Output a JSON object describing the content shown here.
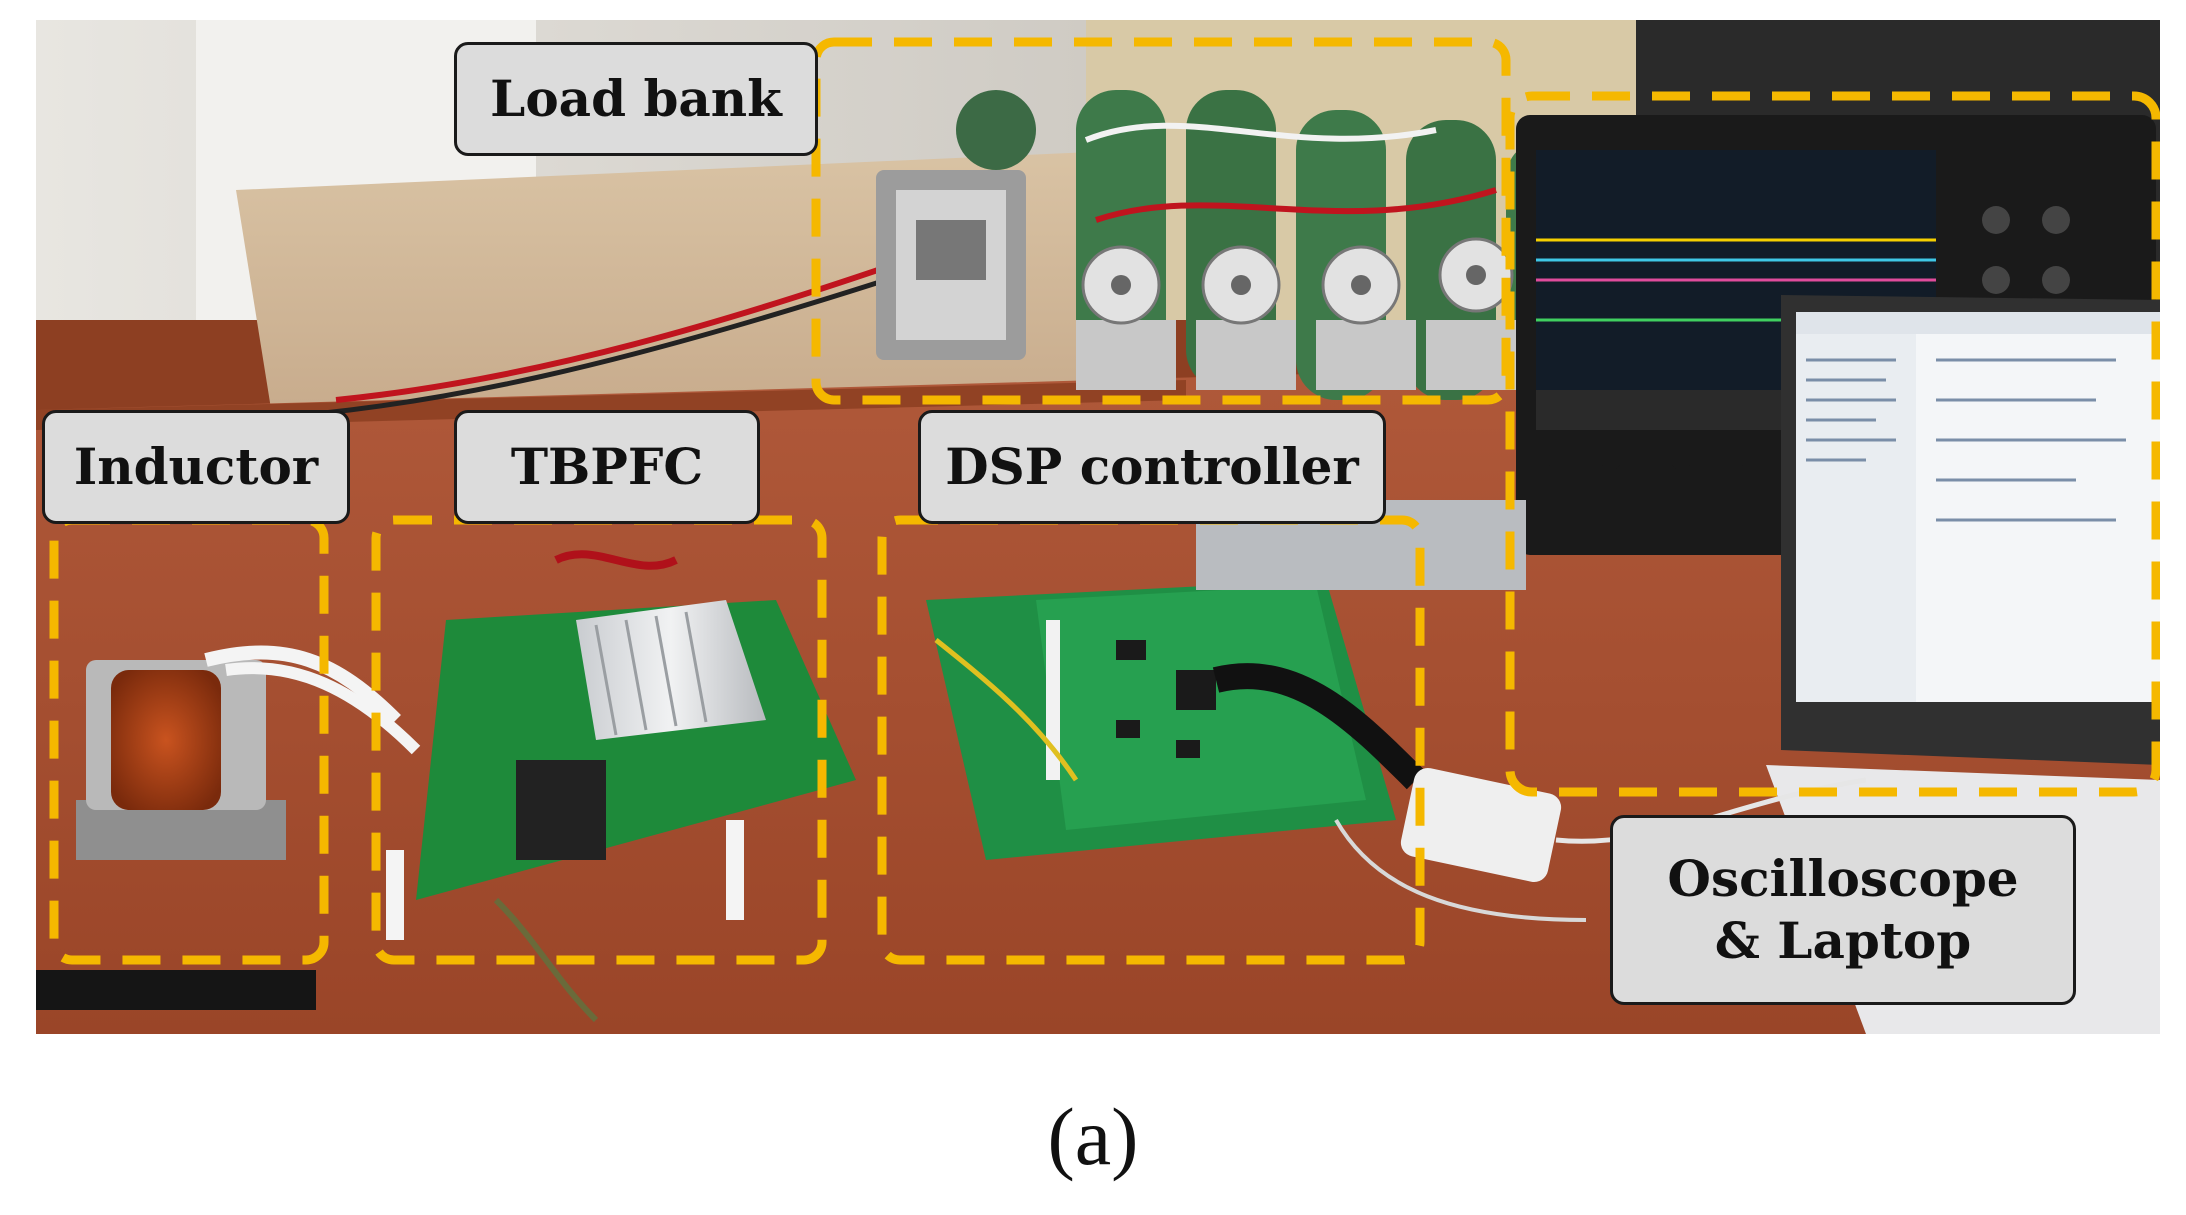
{
  "labels": {
    "load_bank": "Load bank",
    "inductor": "Inductor",
    "tbpfc": "TBPFC",
    "dsp_controller": "DSP controller",
    "oscilloscope_laptop": "Oscilloscope\n& Laptop"
  },
  "caption": "(a)",
  "colors": {
    "highlight_dash": "#f5b800",
    "label_fill": "#dcdcdc",
    "desk": "#a8522e",
    "pcb": "#1e8a3a",
    "resistor": "#3e7a4a"
  }
}
